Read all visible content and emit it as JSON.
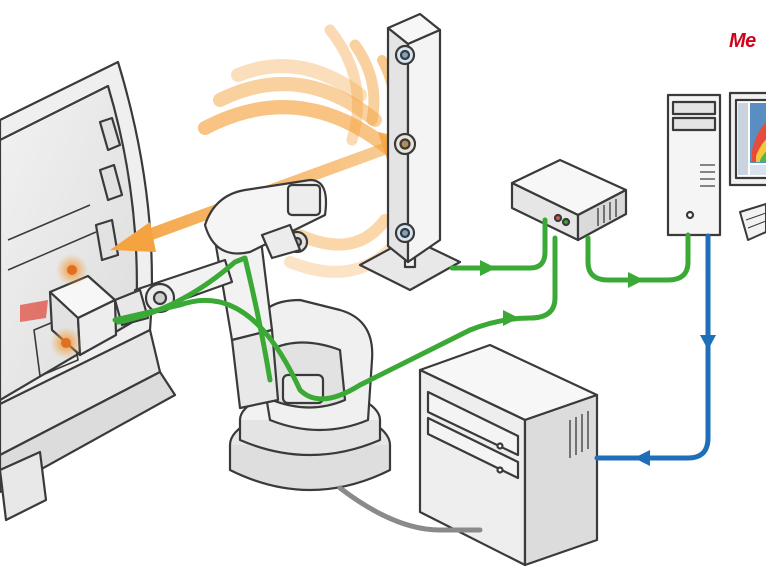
{
  "brand": {
    "text": "Me",
    "color": "#d0021b"
  },
  "colors": {
    "line_green": "#3aa935",
    "line_blue": "#1f6fb8",
    "line_grey": "#8a8a8a",
    "laser_orange": "#f4a340",
    "outline": "#3a3a3a",
    "fill_light": "#f4f4f4",
    "fill_mid": "#d9d9d9"
  },
  "icons": [
    "car-body-frame",
    "laser-tracker-tower",
    "robot-arm",
    "scanner-head",
    "controller-box",
    "pc-tower",
    "monitor",
    "keyboard",
    "server-cabinet"
  ]
}
